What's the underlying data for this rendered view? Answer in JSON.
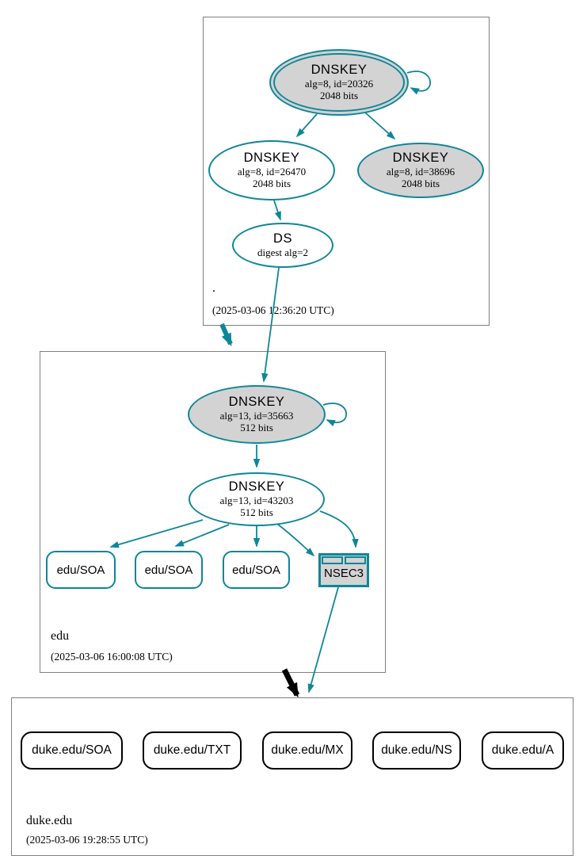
{
  "colors": {
    "secure": "#0e8698",
    "fill-gray": "#d3d3d3",
    "box-border": "#7f7f7f"
  },
  "zones": [
    {
      "name": ".",
      "timestamp": "(2025-03-06 12:36:20 UTC)",
      "ksk": {
        "title": "DNSKEY",
        "alg": "alg=8, id=20326",
        "bits": "2048 bits"
      },
      "zsk": {
        "title": "DNSKEY",
        "alg": "alg=8, id=26470",
        "bits": "2048 bits"
      },
      "other": {
        "title": "DNSKEY",
        "alg": "alg=8, id=38696",
        "bits": "2048 bits"
      },
      "ds": {
        "title": "DS",
        "digest": "digest alg=2"
      }
    },
    {
      "name": "edu",
      "timestamp": "(2025-03-06 16:00:08 UTC)",
      "ksk": {
        "title": "DNSKEY",
        "alg": "alg=13, id=35663",
        "bits": "512 bits"
      },
      "zsk": {
        "title": "DNSKEY",
        "alg": "alg=13, id=43203",
        "bits": "512 bits"
      },
      "rrsets": [
        "edu/SOA",
        "edu/SOA",
        "edu/SOA"
      ],
      "nsec3": "NSEC3"
    },
    {
      "name": "duke.edu",
      "timestamp": "(2025-03-06 19:28:55 UTC)",
      "rrsets": [
        "duke.edu/SOA",
        "duke.edu/TXT",
        "duke.edu/MX",
        "duke.edu/NS",
        "duke.edu/A"
      ]
    }
  ]
}
